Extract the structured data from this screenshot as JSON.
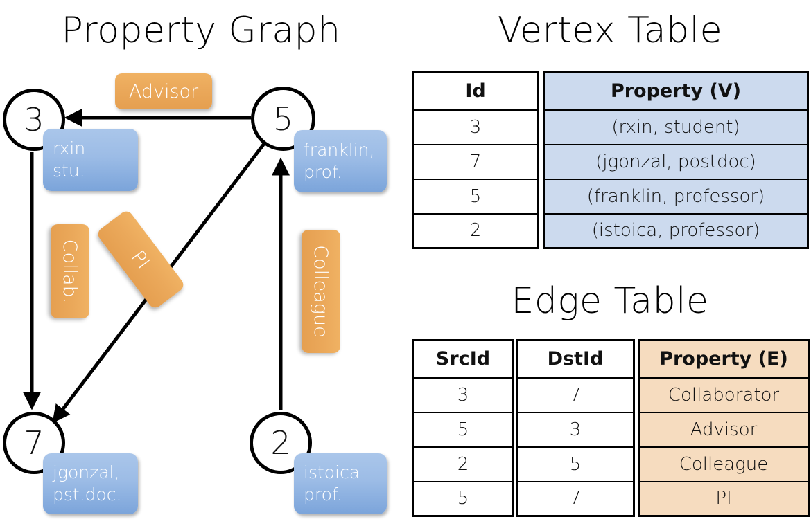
{
  "titles": {
    "property_graph": "Property Graph",
    "vertex_table": "Vertex Table",
    "edge_table": "Edge Table"
  },
  "graph": {
    "vertices": [
      {
        "id": "3",
        "property_label": "rxin\nstu.",
        "name": "rxin",
        "role": "stu."
      },
      {
        "id": "5",
        "property_label": "franklin,\nprof.",
        "name": "franklin,",
        "role": "prof."
      },
      {
        "id": "7",
        "property_label": "jgonzal,\npst.doc.",
        "name": "jgonzal,",
        "role": "pst.doc."
      },
      {
        "id": "2",
        "property_label": "istoica\nprof.",
        "name": "istoica",
        "role": "prof."
      }
    ],
    "edge_labels": {
      "advisor": "Advisor",
      "collab": "Collab.",
      "pi": "PI",
      "colleague": "Colleague"
    },
    "edges": [
      {
        "src": "5",
        "dst": "3",
        "label": "Advisor"
      },
      {
        "src": "3",
        "dst": "7",
        "label": "Collab."
      },
      {
        "src": "5",
        "dst": "7",
        "label": "PI"
      },
      {
        "src": "2",
        "dst": "5",
        "label": "Colleague"
      }
    ]
  },
  "vertex_table": {
    "headers": [
      "Id",
      "Property (V)"
    ],
    "rows": [
      {
        "id": "3",
        "property": "(rxin, student)"
      },
      {
        "id": "7",
        "property": "(jgonzal, postdoc)"
      },
      {
        "id": "5",
        "property": "(franklin, professor)"
      },
      {
        "id": "2",
        "property": "(istoica, professor)"
      }
    ]
  },
  "edge_table": {
    "headers": [
      "SrcId",
      "DstId",
      "Property (E)"
    ],
    "rows": [
      {
        "src": "3",
        "dst": "7",
        "property": "Collaborator"
      },
      {
        "src": "5",
        "dst": "3",
        "property": "Advisor"
      },
      {
        "src": "2",
        "dst": "5",
        "property": "Colleague"
      },
      {
        "src": "5",
        "dst": "7",
        "property": "PI"
      }
    ]
  },
  "colors": {
    "vertex_property_blue": "#9cbce6",
    "edge_label_orange": "#eba95b",
    "table_blue_fill": "#ccdaee",
    "table_peach_fill": "#f6dcbf",
    "stroke": "#000000",
    "background": "#ffffff"
  }
}
